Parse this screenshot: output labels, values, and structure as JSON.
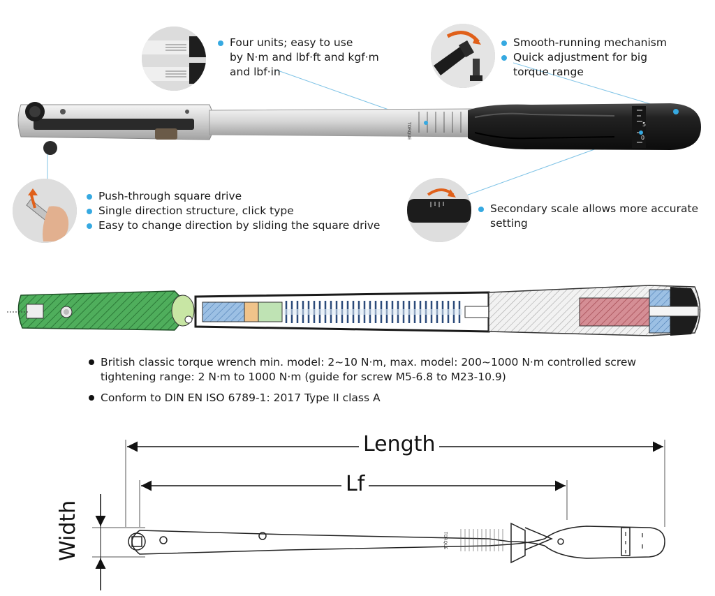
{
  "features": {
    "units": {
      "lines": [
        "Four units; easy to use",
        "by N·m and lbf·ft and kgf·m",
        "and lbf·in"
      ]
    },
    "mechanism": {
      "line1": "Smooth-running mechanism",
      "line2a": "Quick adjustment for big",
      "line2b": "torque range"
    },
    "drive": {
      "items": [
        "Push-through square drive",
        "Single direction structure, click type",
        "Easy to change direction by sliding the square drive"
      ]
    },
    "scale": {
      "line1": "Secondary scale allows more accurate",
      "line2": "setting"
    }
  },
  "specs": {
    "spec1_line1": "British classic torque wrench min. model: 2~10 N·m, max. model: 200~1000 N·m controlled screw",
    "spec1_line2": "tightening range: 2 N·m to 1000 N·m (guide for screw M5-6.8 to M23-10.9)",
    "spec2": "Conform to DIN EN ISO 6789-1: 2017 Type II class A"
  },
  "dimensions": {
    "length": "Length",
    "lf": "Lf",
    "width": "Width"
  },
  "wrench_marks": {
    "torque": "TORQUE",
    "knob_5": "5",
    "knob_0": "0"
  },
  "colors": {
    "accent": "#36a9e1",
    "leader": "#7fc3e6",
    "section_green": "#3c9a4a",
    "section_red": "#c0606a",
    "section_blue": "#5b8fc6",
    "grip": "#1c1c1c",
    "shaft": "#c8c8c8"
  }
}
